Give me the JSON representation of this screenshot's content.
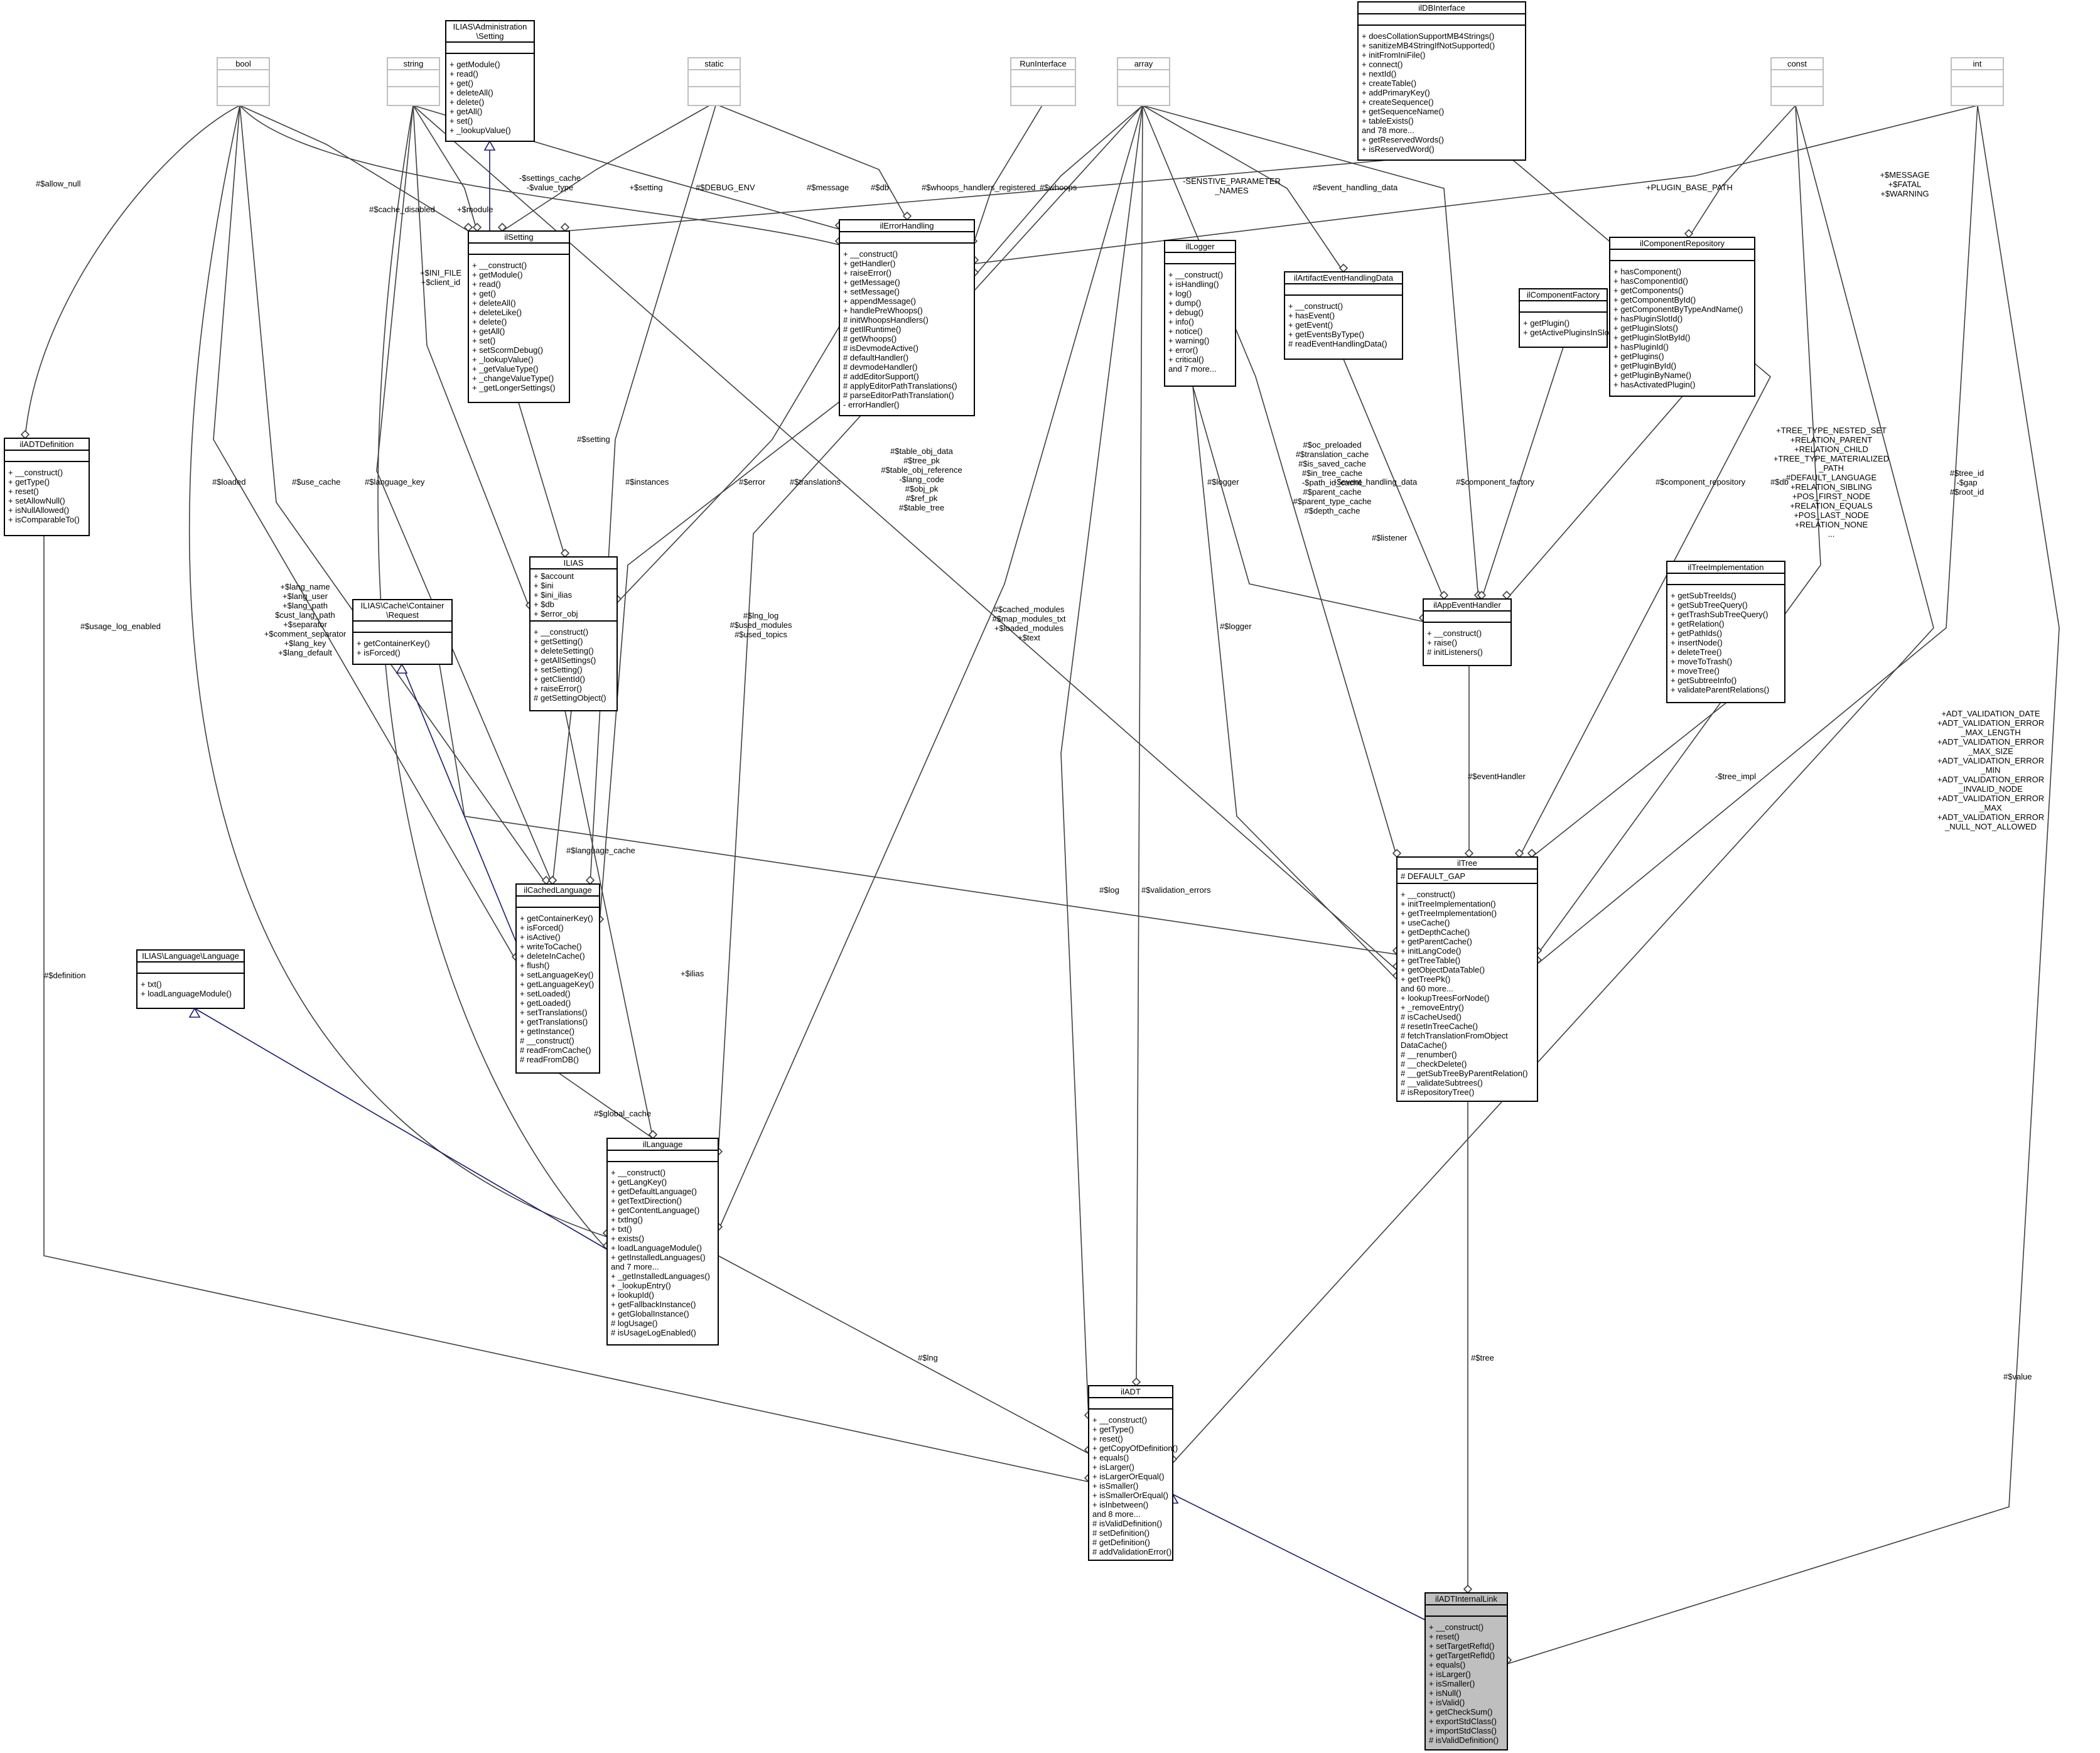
{
  "diagram": {
    "classes": [
      {
        "id": "bool",
        "name": [
          "bool"
        ],
        "members": [],
        "ghost": true
      },
      {
        "id": "string",
        "name": [
          "string"
        ],
        "members": [],
        "ghost": true
      },
      {
        "id": "setting_admin",
        "name": [
          "ILIAS\\Administration",
          "\\Setting"
        ],
        "members": [
          "+ getModule()",
          "+ read()",
          "+ get()",
          "+ deleteAll()",
          "+ delete()",
          "+ getAll()",
          "+ set()",
          "+ _lookupValue()"
        ]
      },
      {
        "id": "static",
        "name": [
          "static"
        ],
        "members": [],
        "ghost": true
      },
      {
        "id": "runinterface",
        "name": [
          "RunInterface"
        ],
        "members": [],
        "ghost": true
      },
      {
        "id": "array",
        "name": [
          "array"
        ],
        "members": [],
        "ghost": true
      },
      {
        "id": "ildbinterface",
        "name": [
          "ilDBInterface"
        ],
        "members": [
          "+ doesCollationSupportMB4Strings()",
          "+ sanitizeMB4StringIfNotSupported()",
          "+ initFromIniFile()",
          "+ connect()",
          "+ nextId()",
          "+ createTable()",
          "+ addPrimaryKey()",
          "+ createSequence()",
          "+ getSequenceName()",
          "+ tableExists()",
          "and 78 more...",
          "+ getReservedWords()",
          "+ isReservedWord()"
        ]
      },
      {
        "id": "const",
        "name": [
          "const"
        ],
        "members": [],
        "ghost": true
      },
      {
        "id": "int",
        "name": [
          "int"
        ],
        "members": [],
        "ghost": true
      },
      {
        "id": "ilsetting",
        "name": [
          "ilSetting"
        ],
        "members": [
          "+ __construct()",
          "+ getModule()",
          "+ read()",
          "+ get()",
          "+ deleteAll()",
          "+ deleteLike()",
          "+ delete()",
          "+ getAll()",
          "+ set()",
          "+ setScormDebug()",
          "+ _lookupValue()",
          "+ _getValueType()",
          "+ _changeValueType()",
          "+ _getLongerSettings()"
        ]
      },
      {
        "id": "ilerrorhandling",
        "name": [
          "ilErrorHandling"
        ],
        "members": [
          "+ __construct()",
          "+ getHandler()",
          "+ raiseError()",
          "+ getMessage()",
          "+ setMessage()",
          "+ appendMessage()",
          "+ handlePreWhoops()",
          "# initWhoopsHandlers()",
          "# getIlRuntime()",
          "# getWhoops()",
          "# isDevmodeActive()",
          "# defaultHandler()",
          "# devmodeHandler()",
          "# addEditorSupport()",
          "# applyEditorPathTranslations()",
          "# parseEditorPathTranslation()",
          "- errorHandler()"
        ]
      },
      {
        "id": "illogger",
        "name": [
          "ilLogger"
        ],
        "members": [
          "+ __construct()",
          "+ isHandling()",
          "+ log()",
          "+ dump()",
          "+ debug()",
          "+ info()",
          "+ notice()",
          "+ warning()",
          "+ error()",
          "+ critical()",
          "and 7 more..."
        ]
      },
      {
        "id": "ilartifact",
        "name": [
          "ilArtifactEventHandlingData"
        ],
        "members": [
          "+ __construct()",
          "+ hasEvent()",
          "+ getEvent()",
          "+ getEventsByType()",
          "# readEventHandlingData()"
        ]
      },
      {
        "id": "ilcomponentfactory",
        "name": [
          "ilComponentFactory"
        ],
        "members": [
          "+ getPlugin()",
          "+ getActivePluginsInSlot()"
        ]
      },
      {
        "id": "ilcomponentrepository",
        "name": [
          "ilComponentRepository"
        ],
        "members": [
          "+ hasComponent()",
          "+ hasComponentId()",
          "+ getComponents()",
          "+ getComponentById()",
          "+ getComponentByTypeAndName()",
          "+ hasPluginSlotId()",
          "+ getPluginSlots()",
          "+ getPluginSlotById()",
          "+ hasPluginId()",
          "+ getPlugins()",
          "+ getPluginById()",
          "+ getPluginByName()",
          "+ hasActivatedPlugin()"
        ]
      },
      {
        "id": "iladtdefinition",
        "name": [
          "ilADTDefinition"
        ],
        "members": [
          "+ __construct()",
          "+ getType()",
          "+ reset()",
          "+ setAllowNull()",
          "+ isNullAllowed()",
          "+ isComparableTo()"
        ]
      },
      {
        "id": "ilias",
        "name": [
          "ILIAS"
        ],
        "attrs": [
          "+ $account",
          "+ $ini",
          "+ $ini_ilias",
          "+ $db",
          "+ $error_obj"
        ],
        "members": [
          "+ __construct()",
          "+ getSetting()",
          "+ deleteSetting()",
          "+ getAllSettings()",
          "+ setSetting()",
          "+ getClientId()",
          "+ raiseError()",
          "# getSettingObject()"
        ]
      },
      {
        "id": "cacherequest",
        "name": [
          "ILIAS\\Cache\\Container",
          "\\Request"
        ],
        "members": [
          "+ getContainerKey()",
          "+ isForced()"
        ]
      },
      {
        "id": "ilappeventhandler",
        "name": [
          "ilAppEventHandler"
        ],
        "members": [
          "+ __construct()",
          "+ raise()",
          "# initListeners()"
        ]
      },
      {
        "id": "iltreeimpl",
        "name": [
          "ilTreeImplementation"
        ],
        "members": [
          "+ getSubTreeIds()",
          "+ getSubTreeQuery()",
          "+ getTrashSubTreeQuery()",
          "+ getRelation()",
          "+ getPathIds()",
          "+ insertNode()",
          "+ deleteTree()",
          "+ moveToTrash()",
          "+ moveTree()",
          "+ getSubtreeInfo()",
          "+ validateParentRelations()"
        ]
      },
      {
        "id": "ilcachedlanguage",
        "name": [
          "ilCachedLanguage"
        ],
        "members": [
          "+ getContainerKey()",
          "+ isForced()",
          "+ isActive()",
          "+ writeToCache()",
          "+ deleteInCache()",
          "+ flush()",
          "+ setLanguageKey()",
          "+ getLanguageKey()",
          "+ setLoaded()",
          "+ getLoaded()",
          "+ setTranslations()",
          "+ getTranslations()",
          "+ getInstance()",
          "# __construct()",
          "# readFromCache()",
          "# readFromDB()"
        ]
      },
      {
        "id": "language",
        "name": [
          "ILIAS\\Language\\Language"
        ],
        "members": [
          "+ txt()",
          "+ loadLanguageModule()"
        ]
      },
      {
        "id": "iltree",
        "name": [
          "ilTree"
        ],
        "attrs": [
          "# DEFAULT_GAP"
        ],
        "members": [
          "+ __construct()",
          "+ initTreeImplementation()",
          "+ getTreeImplementation()",
          "+ useCache()",
          "+ getDepthCache()",
          "+ getParentCache()",
          "+ initLangCode()",
          "+ getTreeTable()",
          "+ getObjectDataTable()",
          "+ getTreePk()",
          "and 60 more...",
          "+ lookupTreesForNode()",
          "+ _removeEntry()",
          "# isCacheUsed()",
          "# resetInTreeCache()",
          "# fetchTranslationFromObject",
          "DataCache()",
          "# __renumber()",
          "# __checkDelete()",
          "# __getSubTreeByParentRelation()",
          "# __validateSubtrees()",
          "# isRepositoryTree()"
        ]
      },
      {
        "id": "illanguage",
        "name": [
          "ilLanguage"
        ],
        "members": [
          "+ __construct()",
          "+ getLangKey()",
          "+ getDefaultLanguage()",
          "+ getTextDirection()",
          "+ getContentLanguage()",
          "+ txtlng()",
          "+ txt()",
          "+ exists()",
          "+ loadLanguageModule()",
          "+ getInstalledLanguages()",
          "and 7 more...",
          "+ _getInstalledLanguages()",
          "+ _lookupEntry()",
          "+ lookupId()",
          "+ getFallbackInstance()",
          "+ getGlobalInstance()",
          "# logUsage()",
          "# isUsageLogEnabled()"
        ]
      },
      {
        "id": "iladt",
        "name": [
          "ilADT"
        ],
        "members": [
          "+ __construct()",
          "+ getType()",
          "+ reset()",
          "+ getCopyOfDefinition()",
          "+ equals()",
          "+ isLarger()",
          "+ isLargerOrEqual()",
          "+ isSmaller()",
          "+ isSmallerOrEqual()",
          "+ isInbetween()",
          "and 8 more...",
          "# isValidDefinition()",
          "# setDefinition()",
          "# getDefinition()",
          "# addValidationError()"
        ]
      },
      {
        "id": "iladtinternallink",
        "name": [
          "ilADTInternalLink"
        ],
        "focus": true,
        "members": [
          "+ __construct()",
          "+ reset()",
          "+ setTargetRefId()",
          "+ getTargetRefId()",
          "+ equals()",
          "+ isLarger()",
          "+ isSmaller()",
          "+ isNull()",
          "+ isValid()",
          "+ getCheckSum()",
          "+ exportStdClass()",
          "+ importStdClass()",
          "# isValidDefinition()"
        ]
      }
    ],
    "edge_labels": [
      {
        "id": "allow_null",
        "lines": [
          "#$allow_null"
        ]
      },
      {
        "id": "cache_disabled",
        "lines": [
          "#$cache_disabled"
        ]
      },
      {
        "id": "module",
        "lines": [
          "+$module"
        ]
      },
      {
        "id": "settings_cache",
        "lines": [
          "-$settings_cache",
          "-$value_type"
        ]
      },
      {
        "id": "setting",
        "lines": [
          "+$setting"
        ]
      },
      {
        "id": "debug_env",
        "lines": [
          "#$DEBUG_ENV"
        ]
      },
      {
        "id": "message",
        "lines": [
          "#$message"
        ]
      },
      {
        "id": "db1",
        "lines": [
          "#$db"
        ]
      },
      {
        "id": "whoops_reg",
        "lines": [
          "#$whoops_handlers_registered"
        ]
      },
      {
        "id": "whoops",
        "lines": [
          "#$whoops"
        ]
      },
      {
        "id": "sensitive",
        "lines": [
          "-SENSTIVE_PARAMETER",
          "_NAMES"
        ]
      },
      {
        "id": "event_handling_data",
        "lines": [
          "#$event_handling_data"
        ]
      },
      {
        "id": "plugin_base_path",
        "lines": [
          "+PLUGIN_BASE_PATH"
        ]
      },
      {
        "id": "message_fatal",
        "lines": [
          "+$MESSAGE",
          "+$FATAL",
          "+$WARNING"
        ]
      },
      {
        "id": "ini_file",
        "lines": [
          "+$INI_FILE",
          "+$client_id"
        ]
      },
      {
        "id": "setting2",
        "lines": [
          "#$setting"
        ]
      },
      {
        "id": "listener",
        "lines": [
          "#$listener"
        ]
      },
      {
        "id": "loaded",
        "lines": [
          "#$loaded"
        ]
      },
      {
        "id": "use_cache",
        "lines": [
          "#$use_cache"
        ]
      },
      {
        "id": "language_key",
        "lines": [
          "#$language_key"
        ]
      },
      {
        "id": "instances",
        "lines": [
          "#$instances"
        ]
      },
      {
        "id": "error",
        "lines": [
          "#$error"
        ]
      },
      {
        "id": "translations",
        "lines": [
          "#$translations"
        ]
      },
      {
        "id": "table_obj",
        "lines": [
          "#$table_obj_data",
          "#$tree_pk",
          "#$table_obj_reference",
          "-$lang_code",
          "#$obj_pk",
          "#$ref_pk",
          "#$table_tree"
        ]
      },
      {
        "id": "oc_preloaded",
        "lines": [
          "#$oc_preloaded",
          "#$translation_cache",
          "#$is_saved_cache",
          "#$in_tree_cache",
          "-$path_id_cache",
          "#$parent_cache",
          "#$parent_type_cache",
          "#$depth_cache"
        ]
      },
      {
        "id": "logger1",
        "lines": [
          "#$logger"
        ]
      },
      {
        "id": "event_handling_data2",
        "lines": [
          "-$event_handling_data"
        ]
      },
      {
        "id": "component_factory",
        "lines": [
          "#$component_factory"
        ]
      },
      {
        "id": "component_repository",
        "lines": [
          "#$component_repository"
        ]
      },
      {
        "id": "db2",
        "lines": [
          "#$db"
        ]
      },
      {
        "id": "tree_type",
        "lines": [
          "+TREE_TYPE_NESTED_SET",
          "+RELATION_PARENT",
          "+RELATION_CHILD",
          "+TREE_TYPE_MATERIALIZED",
          "_PATH",
          "#DEFAULT_LANGUAGE",
          "+RELATION_SIBLING",
          "+POS_FIRST_NODE",
          "+RELATION_EQUALS",
          "+POS_LAST_NODE",
          "+RELATION_NONE",
          "..."
        ]
      },
      {
        "id": "tree_id",
        "lines": [
          "#$tree_id",
          "-$gap",
          "#$root_id"
        ]
      },
      {
        "id": "lang_name",
        "lines": [
          "+$lang_name",
          "+$lang_user",
          "+$lang_path",
          "$cust_lang_path",
          "+$separator",
          "+$comment_separator",
          "+$lang_key",
          "+$lang_default"
        ]
      },
      {
        "id": "usage_log",
        "lines": [
          "#$usage_log_enabled"
        ]
      },
      {
        "id": "lng_log",
        "lines": [
          "#$lng_log",
          "#$used_modules",
          "#$used_topics"
        ]
      },
      {
        "id": "cached_modules",
        "lines": [
          "#$cached_modules",
          "#$map_modules_txt",
          "+$loaded_modules",
          "+$text"
        ]
      },
      {
        "id": "logger2",
        "lines": [
          "#$logger"
        ]
      },
      {
        "id": "event_handler",
        "lines": [
          "#$eventHandler"
        ]
      },
      {
        "id": "tree_impl",
        "lines": [
          "-$tree_impl"
        ]
      },
      {
        "id": "adt_validation",
        "lines": [
          "+ADT_VALIDATION_DATE",
          "+ADT_VALIDATION_ERROR",
          "_MAX_LENGTH",
          "+ADT_VALIDATION_ERROR",
          "_MAX_SIZE",
          "+ADT_VALIDATION_ERROR",
          "_MIN",
          "+ADT_VALIDATION_ERROR",
          "_INVALID_NODE",
          "+ADT_VALIDATION_ERROR",
          "_MAX",
          "+ADT_VALIDATION_ERROR",
          "_NULL_NOT_ALLOWED"
        ]
      },
      {
        "id": "language_cache",
        "lines": [
          "#$language_cache"
        ]
      },
      {
        "id": "log",
        "lines": [
          "#$log"
        ]
      },
      {
        "id": "validation_errors",
        "lines": [
          "#$validation_errors"
        ]
      },
      {
        "id": "ilias_var",
        "lines": [
          "+$ilias"
        ]
      },
      {
        "id": "definition",
        "lines": [
          "#$definition"
        ]
      },
      {
        "id": "global_cache",
        "lines": [
          "#$global_cache"
        ]
      },
      {
        "id": "lng",
        "lines": [
          "#$lng"
        ]
      },
      {
        "id": "tree",
        "lines": [
          "#$tree"
        ]
      },
      {
        "id": "value",
        "lines": [
          "#$value"
        ]
      }
    ]
  }
}
